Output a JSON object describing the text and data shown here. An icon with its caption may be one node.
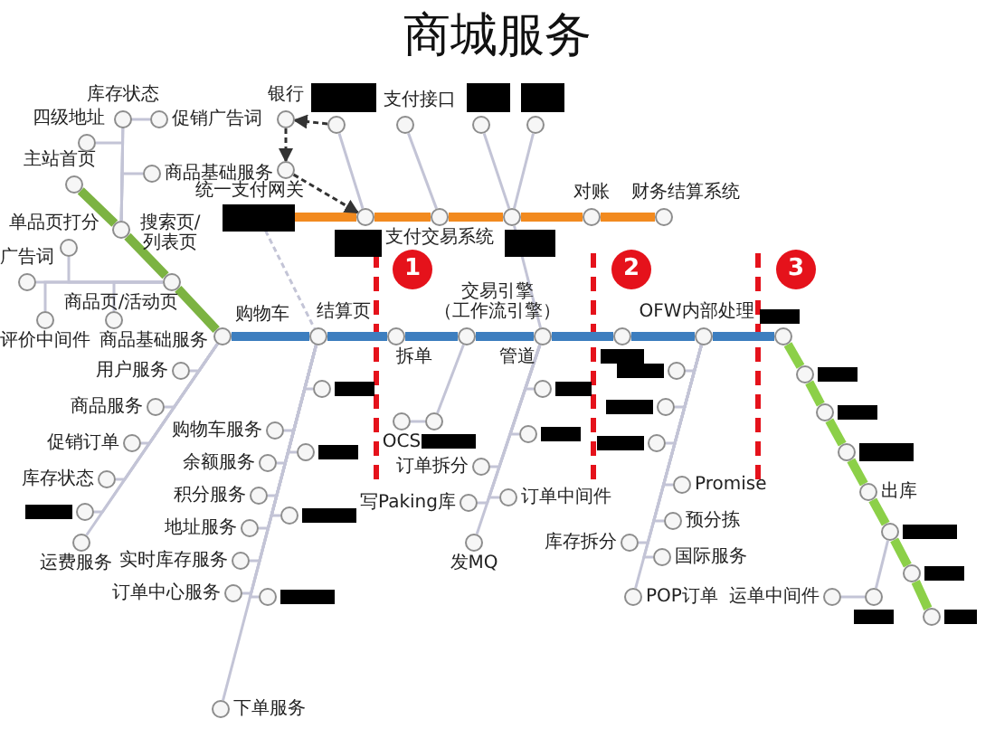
{
  "diagram": {
    "title": "商城服务",
    "nodes": [
      {
        "text": [
          "主站首页"
        ]
      },
      {
        "text": [
          "搜索页/列表页"
        ]
      },
      {
        "text": [
          "商品页/活动页"
        ]
      },
      {
        "text": [
          "购物车"
        ]
      },
      {
        "text": [
          "库存状态"
        ]
      },
      {
        "text": [
          "促销广告词"
        ]
      },
      {
        "text": [
          "四级地址"
        ]
      },
      {
        "text": [
          "商品基础服务"
        ]
      },
      {
        "text": [
          "单品页打分"
        ]
      },
      {
        "text": [
          "广告词"
        ]
      },
      {
        "text": [
          "评价中间件"
        ]
      },
      {
        "text": [
          "商品基础服务"
        ]
      },
      {
        "text": [
          "结算页"
        ]
      },
      {
        "text": [
          "拆单"
        ]
      },
      {
        "text": [
          "交易引擎（工作流引擎）"
        ]
      },
      {
        "text": [
          "管道"
        ]
      },
      {
        "text": [],
        "shape": "circle"
      },
      {
        "text": [
          "OFW内部处理"
        ]
      },
      {
        "text": [],
        "shape": "circle"
      },
      {
        "text": [],
        "shape": "box"
      },
      {
        "text": [],
        "shape": "circle"
      },
      {
        "text": [
          "支付交易系统"
        ]
      },
      {
        "text": [],
        "shape": "circle"
      },
      {
        "text": [
          "对账"
        ]
      },
      {
        "text": [
          "财务结算系统"
        ]
      },
      {
        "text": [
          "银行"
        ]
      },
      {
        "text": [],
        "shape": "circle"
      },
      {
        "text": [
          "支付接口"
        ]
      },
      {
        "text": [],
        "shape": "circle"
      },
      {
        "text": [],
        "shape": "circle"
      },
      {
        "text": [
          "统一支付网关"
        ]
      },
      {
        "text": [
          "用户服务"
        ]
      },
      {
        "text": [
          "商品服务"
        ]
      },
      {
        "text": [
          "促销订单"
        ]
      },
      {
        "text": [
          "库存状态"
        ]
      },
      {
        "text": [],
        "shape": "circle"
      },
      {
        "text": [
          "运费服务"
        ]
      },
      {
        "text": [
          "购物车服务"
        ]
      },
      {
        "text": [
          "余额服务"
        ]
      },
      {
        "text": [],
        "shape": "circle"
      },
      {
        "text": [
          "积分服务"
        ]
      },
      {
        "text": [],
        "shape": "circle"
      },
      {
        "text": [],
        "shape": "circle"
      },
      {
        "text": [
          "地址服务"
        ]
      },
      {
        "text": [],
        "shape": "circle"
      },
      {
        "text": [
          "实时库存服务"
        ]
      },
      {
        "text": [
          "订单中心服务"
        ]
      },
      {
        "text": [
          "下单服务"
        ]
      },
      {
        "text": [],
        "shape": "circle"
      },
      {
        "text": [
          "OCS"
        ]
      },
      {
        "text": [
          "订单中间件"
        ]
      },
      {
        "text": [
          "订单拆分"
        ]
      },
      {
        "text": [],
        "shape": "circle"
      },
      {
        "text": [
          "写Paking库"
        ]
      },
      {
        "text": [],
        "shape": "circle"
      },
      {
        "text": [
          "发MQ"
        ]
      },
      {
        "text": [],
        "shape": "circle"
      },
      {
        "text": [
          "Promise"
        ]
      },
      {
        "text": [],
        "shape": "circle"
      },
      {
        "text": [
          "预分拣"
        ]
      },
      {
        "text": [],
        "shape": "circle"
      },
      {
        "text": [
          "国际服务"
        ]
      },
      {
        "text": [
          "库存拆分"
        ]
      },
      {
        "text": [
          "POP订单"
        ]
      },
      {
        "text": [],
        "shape": "circle"
      },
      {
        "text": [],
        "shape": "circle"
      },
      {
        "text": [],
        "shape": "circle"
      },
      {
        "text": [
          "出库"
        ]
      },
      {
        "text": [],
        "shape": "circle"
      },
      {
        "text": [],
        "shape": "circle"
      },
      {
        "text": [],
        "shape": "circle"
      },
      {
        "text": [],
        "shape": "circle"
      },
      {
        "text": [
          "运单中间件"
        ]
      },
      {
        "text": [
          "1"
        ]
      },
      {
        "text": [
          "2"
        ]
      },
      {
        "text": [
          "3"
        ]
      }
    ],
    "edges": [
      {
        "from": 0,
        "to": 1,
        "arrow": "none",
        "style": "thick",
        "color": "#7cb342"
      },
      {
        "from": 1,
        "to": 2,
        "arrow": "none",
        "style": "thick",
        "color": "#7cb342"
      },
      {
        "from": 2,
        "to": 3,
        "arrow": "none",
        "style": "thick",
        "color": "#7cb342"
      },
      {
        "from": 3,
        "to": 12,
        "arrow": "none",
        "style": "thick",
        "color": "#3d7ebf"
      },
      {
        "from": 12,
        "to": 13,
        "arrow": "none",
        "style": "thick",
        "color": "#3d7ebf"
      },
      {
        "from": 13,
        "to": 14,
        "arrow": "none",
        "style": "thick",
        "color": "#3d7ebf"
      },
      {
        "from": 14,
        "to": 15,
        "arrow": "none",
        "style": "thick",
        "color": "#3d7ebf"
      },
      {
        "from": 15,
        "to": 16,
        "arrow": "none",
        "style": "thick",
        "color": "#3d7ebf"
      },
      {
        "from": 16,
        "to": 17,
        "arrow": "none",
        "style": "thick",
        "color": "#3d7ebf"
      },
      {
        "from": 17,
        "to": 18,
        "arrow": "none",
        "style": "thick",
        "color": "#3d7ebf"
      },
      {
        "from": 19,
        "to": 20,
        "arrow": "none",
        "style": "thick",
        "color": "#f28a1f"
      },
      {
        "from": 20,
        "to": 21,
        "arrow": "none",
        "style": "thick",
        "color": "#f28a1f"
      },
      {
        "from": 21,
        "to": 22,
        "arrow": "none",
        "style": "thick",
        "color": "#f28a1f"
      },
      {
        "from": 22,
        "to": 23,
        "arrow": "none",
        "style": "thick",
        "color": "#f28a1f"
      },
      {
        "from": 23,
        "to": 24,
        "arrow": "none",
        "style": "thick",
        "color": "#f28a1f"
      },
      {
        "from": 18,
        "to": 64,
        "arrow": "none",
        "style": "thick",
        "color": "#8cd048"
      },
      {
        "from": 64,
        "to": 65,
        "arrow": "none",
        "style": "thick",
        "color": "#8cd048"
      },
      {
        "from": 65,
        "to": 66,
        "arrow": "none",
        "style": "thick",
        "color": "#8cd048"
      },
      {
        "from": 66,
        "to": 67,
        "arrow": "none",
        "style": "thick",
        "color": "#8cd048"
      },
      {
        "from": 67,
        "to": 68,
        "arrow": "none",
        "style": "thick",
        "color": "#8cd048"
      },
      {
        "from": 68,
        "to": 69,
        "arrow": "none",
        "style": "thick",
        "color": "#8cd048"
      },
      {
        "from": 69,
        "to": 70,
        "arrow": "none",
        "style": "thick",
        "color": "#8cd048"
      },
      {
        "from": 26,
        "to": 20,
        "arrow": "none"
      },
      {
        "from": 27,
        "to": 21,
        "arrow": "none"
      },
      {
        "from": 28,
        "to": 22,
        "arrow": "none"
      },
      {
        "from": 29,
        "to": 22,
        "arrow": "none"
      },
      {
        "from": 22,
        "to": 15,
        "arrow": "none"
      },
      {
        "from": 26,
        "to": 25,
        "arrow": "to",
        "style": "dashed",
        "color": "#333333"
      },
      {
        "from": 25,
        "to": 30,
        "arrow": "to",
        "style": "dashed",
        "color": "#333333"
      },
      {
        "from": 30,
        "to": 20,
        "arrow": "to",
        "style": "dashed",
        "color": "#333333"
      },
      {
        "from": 19,
        "to": 12,
        "arrow": "none",
        "style": "dashed"
      },
      {
        "from": 1,
        "to": 4,
        "arrow": "none"
      },
      {
        "from": 1,
        "to": 5,
        "arrow": "none"
      },
      {
        "from": 1,
        "to": 6,
        "arrow": "none"
      },
      {
        "from": 1,
        "to": 7,
        "arrow": "none"
      },
      {
        "from": 2,
        "to": 9,
        "arrow": "none"
      },
      {
        "from": 2,
        "to": 8,
        "arrow": "none"
      },
      {
        "from": 2,
        "to": 10,
        "arrow": "none"
      },
      {
        "from": 2,
        "to": 11,
        "arrow": "none"
      },
      {
        "from": 3,
        "to": 31,
        "arrow": "none"
      },
      {
        "from": 3,
        "to": 32,
        "arrow": "none"
      },
      {
        "from": 3,
        "to": 33,
        "arrow": "none"
      },
      {
        "from": 3,
        "to": 34,
        "arrow": "none"
      },
      {
        "from": 3,
        "to": 35,
        "arrow": "none"
      },
      {
        "from": 3,
        "to": 36,
        "arrow": "none"
      },
      {
        "from": 12,
        "to": 37,
        "arrow": "none"
      },
      {
        "from": 12,
        "to": 38,
        "arrow": "none"
      },
      {
        "from": 12,
        "to": 39,
        "arrow": "none"
      },
      {
        "from": 12,
        "to": 40,
        "arrow": "none"
      },
      {
        "from": 12,
        "to": 41,
        "arrow": "none"
      },
      {
        "from": 12,
        "to": 42,
        "arrow": "none"
      },
      {
        "from": 12,
        "to": 43,
        "arrow": "none"
      },
      {
        "from": 12,
        "to": 44,
        "arrow": "none"
      },
      {
        "from": 12,
        "to": 45,
        "arrow": "none"
      },
      {
        "from": 12,
        "to": 46,
        "arrow": "none"
      },
      {
        "from": 12,
        "to": 47,
        "arrow": "none"
      },
      {
        "from": 14,
        "to": 48,
        "arrow": "none"
      },
      {
        "from": 48,
        "to": 49,
        "arrow": "none"
      },
      {
        "from": 15,
        "to": 50,
        "arrow": "none"
      },
      {
        "from": 15,
        "to": 51,
        "arrow": "none"
      },
      {
        "from": 15,
        "to": 52,
        "arrow": "none"
      },
      {
        "from": 15,
        "to": 53,
        "arrow": "none"
      },
      {
        "from": 15,
        "to": 54,
        "arrow": "none"
      },
      {
        "from": 15,
        "to": 55,
        "arrow": "none"
      },
      {
        "from": 17,
        "to": 56,
        "arrow": "none"
      },
      {
        "from": 17,
        "to": 57,
        "arrow": "none"
      },
      {
        "from": 17,
        "to": 58,
        "arrow": "none"
      },
      {
        "from": 17,
        "to": 59,
        "arrow": "none"
      },
      {
        "from": 17,
        "to": 60,
        "arrow": "none"
      },
      {
        "from": 17,
        "to": 61,
        "arrow": "none"
      },
      {
        "from": 17,
        "to": 62,
        "arrow": "none"
      },
      {
        "from": 17,
        "to": 63,
        "arrow": "none"
      },
      {
        "from": 68,
        "to": 71,
        "arrow": "none"
      },
      {
        "from": 71,
        "to": 72,
        "arrow": "none"
      }
    ]
  }
}
